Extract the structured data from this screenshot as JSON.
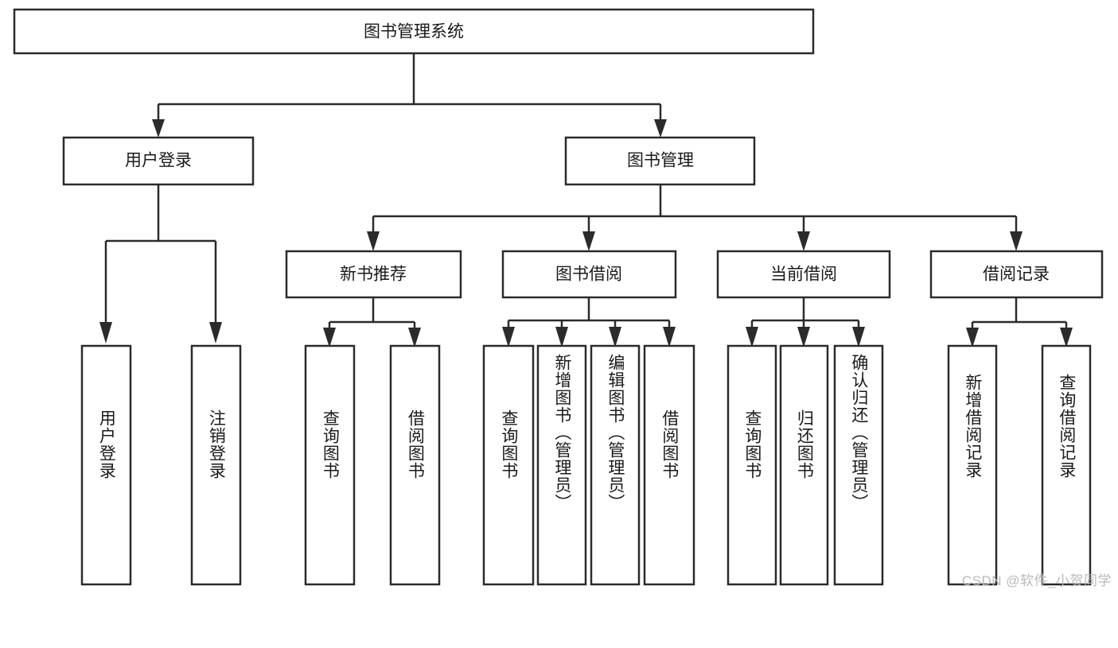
{
  "diagram": {
    "title": "图书管理系统",
    "watermark": "CSDN @软件_小贺同学",
    "colors": {
      "stroke": "#2b2b2b",
      "fill": "#ffffff",
      "text": "#1a1a1a",
      "watermark": "#b9b9b9",
      "background": "#ffffff"
    },
    "nodes": {
      "root": "图书管理系统",
      "user_login": "用户登录",
      "book_manage": "图书管理",
      "new_book_rec": "新书推荐",
      "book_borrow": "图书借阅",
      "current_borrow": "当前借阅",
      "borrow_record": "借阅记录",
      "leaf_user_login": "用户登录",
      "leaf_logout": "注销登录",
      "leaf_query_book_1": "查询图书",
      "leaf_borrow_book_1": "借阅图书",
      "leaf_query_book_2": "查询图书",
      "leaf_add_book_admin": "新增图书（管理员）",
      "leaf_edit_book_admin": "编辑图书（管理员）",
      "leaf_borrow_book_2": "借阅图书",
      "leaf_query_book_3": "查询图书",
      "leaf_return_book": "归还图书",
      "leaf_confirm_return_admin": "确认归还（管理员）",
      "leaf_add_record": "新增借阅记录",
      "leaf_query_record": "查询借阅记录"
    },
    "tree": {
      "type": "hierarchy",
      "levels": [
        {
          "level": 0,
          "items": [
            "图书管理系统"
          ]
        },
        {
          "level": 1,
          "items": [
            "用户登录",
            "图书管理"
          ]
        },
        {
          "level": 2,
          "items": [
            "新书推荐",
            "图书借阅",
            "当前借阅",
            "借阅记录"
          ]
        },
        {
          "level": 3,
          "items": [
            "用户登录",
            "注销登录",
            "查询图书",
            "借阅图书",
            "查询图书",
            "新增图书（管理员）",
            "编辑图书（管理员）",
            "借阅图书",
            "查询图书",
            "归还图书",
            "确认归还（管理员）",
            "新增借阅记录",
            "查询借阅记录"
          ]
        }
      ],
      "edges": [
        {
          "from": "图书管理系统",
          "to": "用户登录"
        },
        {
          "from": "图书管理系统",
          "to": "图书管理"
        },
        {
          "from": "用户登录",
          "to": "用户登录(叶)"
        },
        {
          "from": "用户登录",
          "to": "注销登录"
        },
        {
          "from": "图书管理",
          "to": "新书推荐"
        },
        {
          "from": "图书管理",
          "to": "图书借阅"
        },
        {
          "from": "图书管理",
          "to": "当前借阅"
        },
        {
          "from": "图书管理",
          "to": "借阅记录"
        },
        {
          "from": "新书推荐",
          "to": "查询图书"
        },
        {
          "from": "新书推荐",
          "to": "借阅图书"
        },
        {
          "from": "图书借阅",
          "to": "查询图书"
        },
        {
          "from": "图书借阅",
          "to": "新增图书（管理员）"
        },
        {
          "from": "图书借阅",
          "to": "编辑图书（管理员）"
        },
        {
          "from": "图书借阅",
          "to": "借阅图书"
        },
        {
          "from": "当前借阅",
          "to": "查询图书"
        },
        {
          "from": "当前借阅",
          "to": "归还图书"
        },
        {
          "from": "当前借阅",
          "to": "确认归还（管理员）"
        },
        {
          "from": "借阅记录",
          "to": "新增借阅记录"
        },
        {
          "from": "借阅记录",
          "to": "查询借阅记录"
        }
      ]
    }
  }
}
